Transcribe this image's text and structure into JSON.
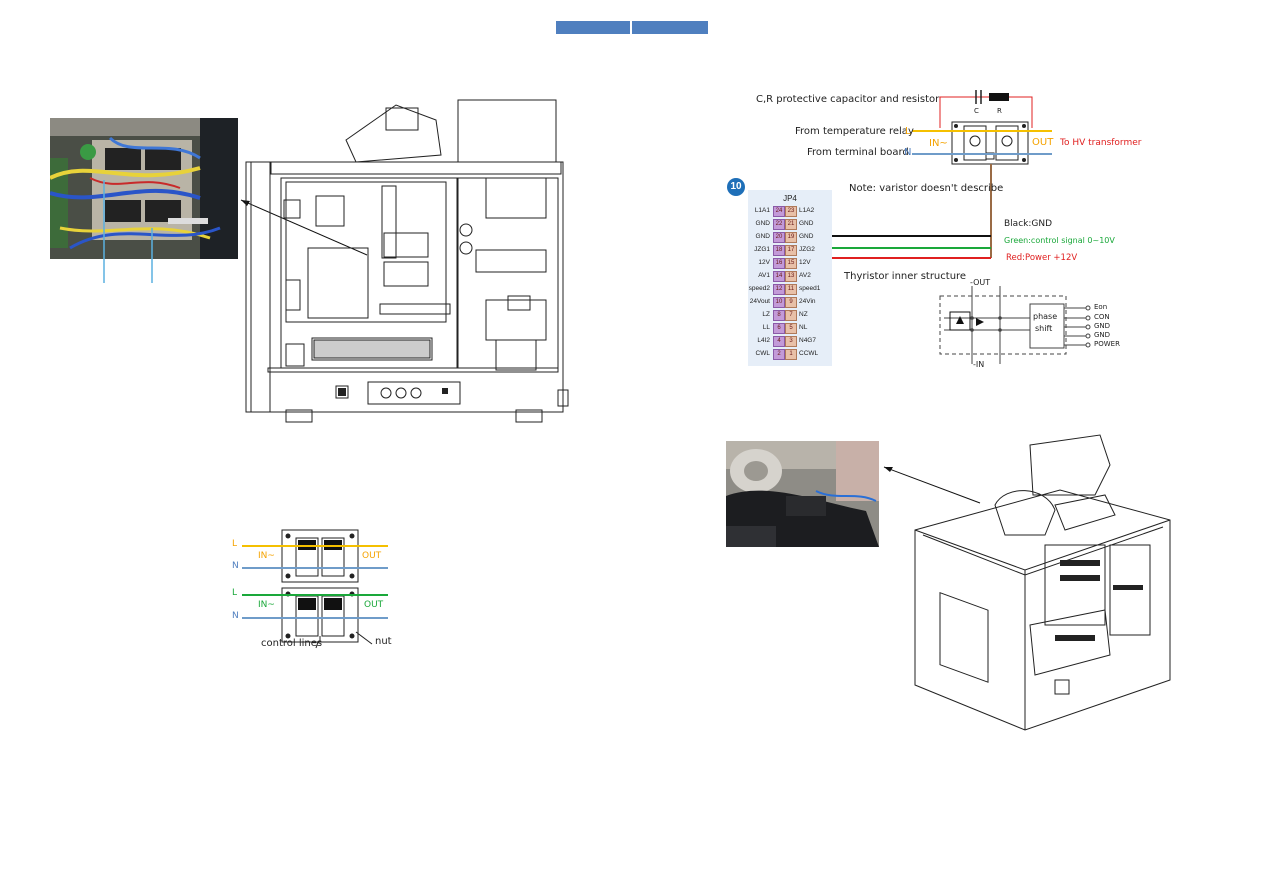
{
  "header": {
    "tab_left": "",
    "tab_right": ""
  },
  "wiring_legend": {
    "L": "L",
    "N": "N",
    "in_label": "IN~",
    "out_label": "OUT",
    "control_lines": "control lines",
    "nut": "nut"
  },
  "thyristor_diagram": {
    "cr_title": "C,R protective capacitor and resistor",
    "c_label": "C",
    "r_label": "R",
    "from_temp_relay": "From temperature relay",
    "from_terminal_board": "From terminal board",
    "L": "L",
    "N": "N",
    "in_label": "IN~",
    "out_label": "OUT",
    "to_hv": "To HV transformer",
    "note": "Note: varistor doesn't describe",
    "black_gnd": "Black:GND",
    "green_signal": "Green:control signal 0~10V",
    "red_power": "Red:Power +12V",
    "inner_title": "Thyristor inner structure",
    "minus_out": "-OUT",
    "minus_in": "-IN",
    "phase": "phase",
    "shift": "shift",
    "pins": [
      "Eon",
      "CON",
      "GND",
      "GND",
      "POWER"
    ],
    "colors": {
      "yellow": "#f5c000",
      "blue": "#6f9cc9",
      "black": "#111111",
      "green": "#1aa83a",
      "red": "#e02020"
    }
  },
  "jp4": {
    "badge": "10",
    "title": "JP4",
    "rows": [
      {
        "left": "L1A1",
        "p1": "24",
        "p2": "23",
        "right": "L1A2"
      },
      {
        "left": "GND",
        "p1": "22",
        "p2": "21",
        "right": "GND"
      },
      {
        "left": "GND",
        "p1": "20",
        "p2": "19",
        "right": "GND"
      },
      {
        "left": "JZG1",
        "p1": "18",
        "p2": "17",
        "right": "JZG2"
      },
      {
        "left": "12V",
        "p1": "16",
        "p2": "15",
        "right": "12V"
      },
      {
        "left": "AV1",
        "p1": "14",
        "p2": "13",
        "right": "AV2"
      },
      {
        "left": "speed2",
        "p1": "12",
        "p2": "11",
        "right": "speed1"
      },
      {
        "left": "24Vout",
        "p1": "10",
        "p2": "9",
        "right": "24Vin"
      },
      {
        "left": "LZ",
        "p1": "8",
        "p2": "7",
        "right": "NZ"
      },
      {
        "left": "LL",
        "p1": "6",
        "p2": "5",
        "right": "NL"
      },
      {
        "left": "L4I2",
        "p1": "4",
        "p2": "3",
        "right": "N4G7"
      },
      {
        "left": "CWL",
        "p1": "2",
        "p2": "1",
        "right": "CCWL"
      }
    ]
  }
}
